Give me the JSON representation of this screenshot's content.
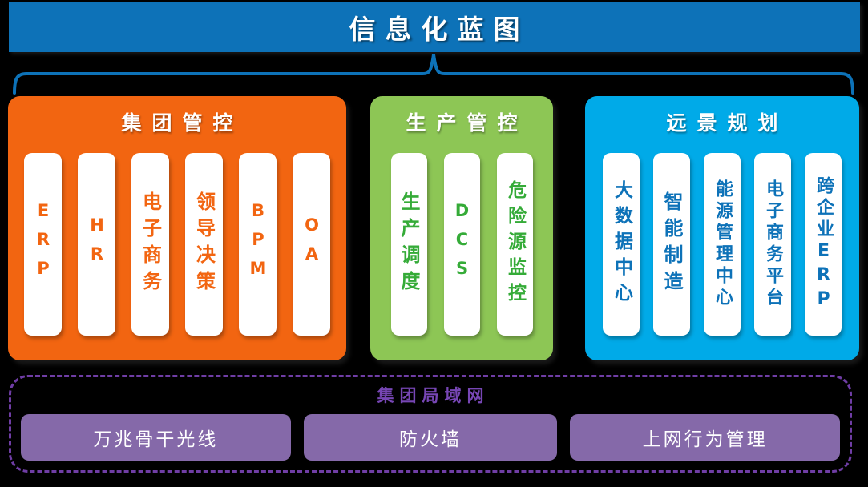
{
  "banner": {
    "title": "信息化蓝图",
    "bg": "#0d72b8"
  },
  "brace_color": "#0d72b8",
  "panels": [
    {
      "title": "集团管控",
      "bg": "#f26511",
      "text_color": "#f26511",
      "items": [
        "ERP",
        "HR",
        "电子商务",
        "领导决策",
        "BPM",
        "OA"
      ]
    },
    {
      "title": "生产管控",
      "bg": "#8dc655",
      "text_color": "#35ab38",
      "items": [
        "生产调度",
        "DCS",
        "危险源监控"
      ]
    },
    {
      "title": "远景规划",
      "bg": "#00aae8",
      "text_color": "#0d72b8",
      "items": [
        "大数据中心",
        "智能制造",
        "能源管理中心",
        "电子商务平台",
        "跨企业ERP"
      ]
    }
  ],
  "lan": {
    "title": "集团局域网",
    "title_color": "#7746b5",
    "border_color": "#6f3da5",
    "button_bg": "#8569a9",
    "buttons": [
      "万兆骨干光线",
      "防火墙",
      "上网行为管理"
    ]
  },
  "background_color": "#000000",
  "card_bg": "#ffffff"
}
